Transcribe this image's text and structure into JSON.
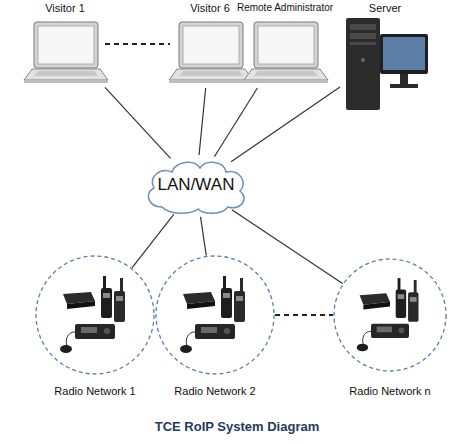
{
  "diagram": {
    "title": "TCE RoIP System Diagram",
    "nodes": [
      {
        "text": [
          "Visitor 1"
        ]
      },
      {
        "text": [
          "Visitor 6"
        ]
      },
      {
        "text": [
          "Remote Administrator"
        ]
      },
      {
        "text": [
          "Server"
        ]
      },
      {
        "text": [
          "LAN/WAN"
        ]
      },
      {
        "text": [
          "Radio Network 1"
        ]
      },
      {
        "text": [
          "Radio Network 2"
        ]
      },
      {
        "text": [
          "Radio Network n"
        ]
      }
    ],
    "edges": [
      {
        "from": 0,
        "to": 1,
        "arrow": "none"
      },
      {
        "from": 0,
        "to": 4,
        "arrow": "none"
      },
      {
        "from": 1,
        "to": 4,
        "arrow": "none"
      },
      {
        "from": 2,
        "to": 4,
        "arrow": "none"
      },
      {
        "from": 3,
        "to": 4,
        "arrow": "none"
      },
      {
        "from": 4,
        "to": 5,
        "arrow": "none"
      },
      {
        "from": 4,
        "to": 6,
        "arrow": "none"
      },
      {
        "from": 4,
        "to": 7,
        "arrow": "none"
      },
      {
        "from": 6,
        "to": 7,
        "arrow": "none"
      }
    ]
  }
}
